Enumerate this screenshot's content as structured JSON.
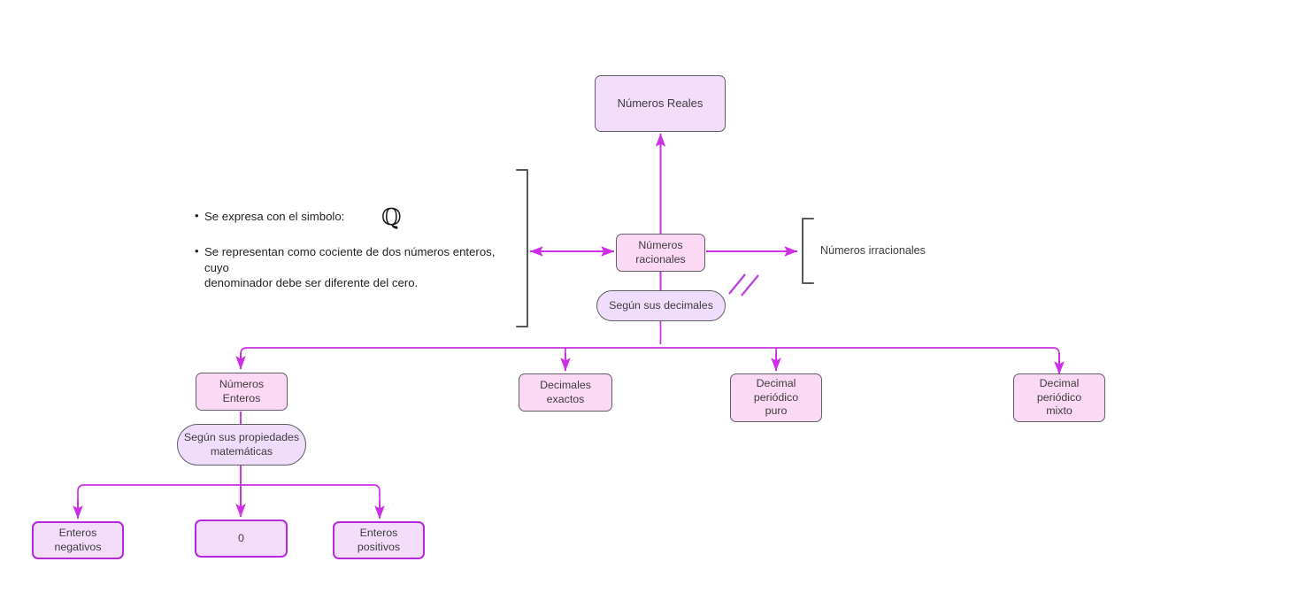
{
  "diagram": {
    "title": "Numeros Reales - mapa conceptual",
    "colors": {
      "edge": "#cc2fe6",
      "node_border_gray": "#5f5f66",
      "node_border_purple": "#b429dd",
      "fill_violet": "#f3ddfb",
      "fill_pink": "#fbd9f4",
      "fill_pill": "#f0dcfb",
      "text": "#3d3d3d",
      "bracket": "#58585f"
    },
    "nodes": {
      "numeros_reales": "Números Reales",
      "numeros_racionales": "Números\nracionales",
      "segun_decimales": "Según  sus decimales",
      "numeros_enteros": "Números Enteros",
      "segun_propiedades": "Según  sus propiedades\nmatemáticas",
      "decimales_exactos": "Decimales\nexactos",
      "decimal_periodico_puro": "Decimal periódico\npuro",
      "decimal_periodico_mixto": "Decimal  periódico\nmixto",
      "enteros_negativos": "Enteros negativos",
      "cero": "0",
      "enteros_positivos": "Enteros positivos"
    },
    "labels": {
      "numeros_irracionales": "Números irracionales"
    },
    "notes": {
      "bullet_1": "Se expresa con el simbolo:",
      "symbol_q": "ℚ",
      "bullet_2": "Se representan como cociente de dos números enteros, cuyo\ndenominador debe ser diferente del cero."
    },
    "icons": {
      "left_bracket": "bracket-right-icon",
      "right_bracket": "bracket-left-icon",
      "slashes": "double-slash-icon"
    }
  }
}
